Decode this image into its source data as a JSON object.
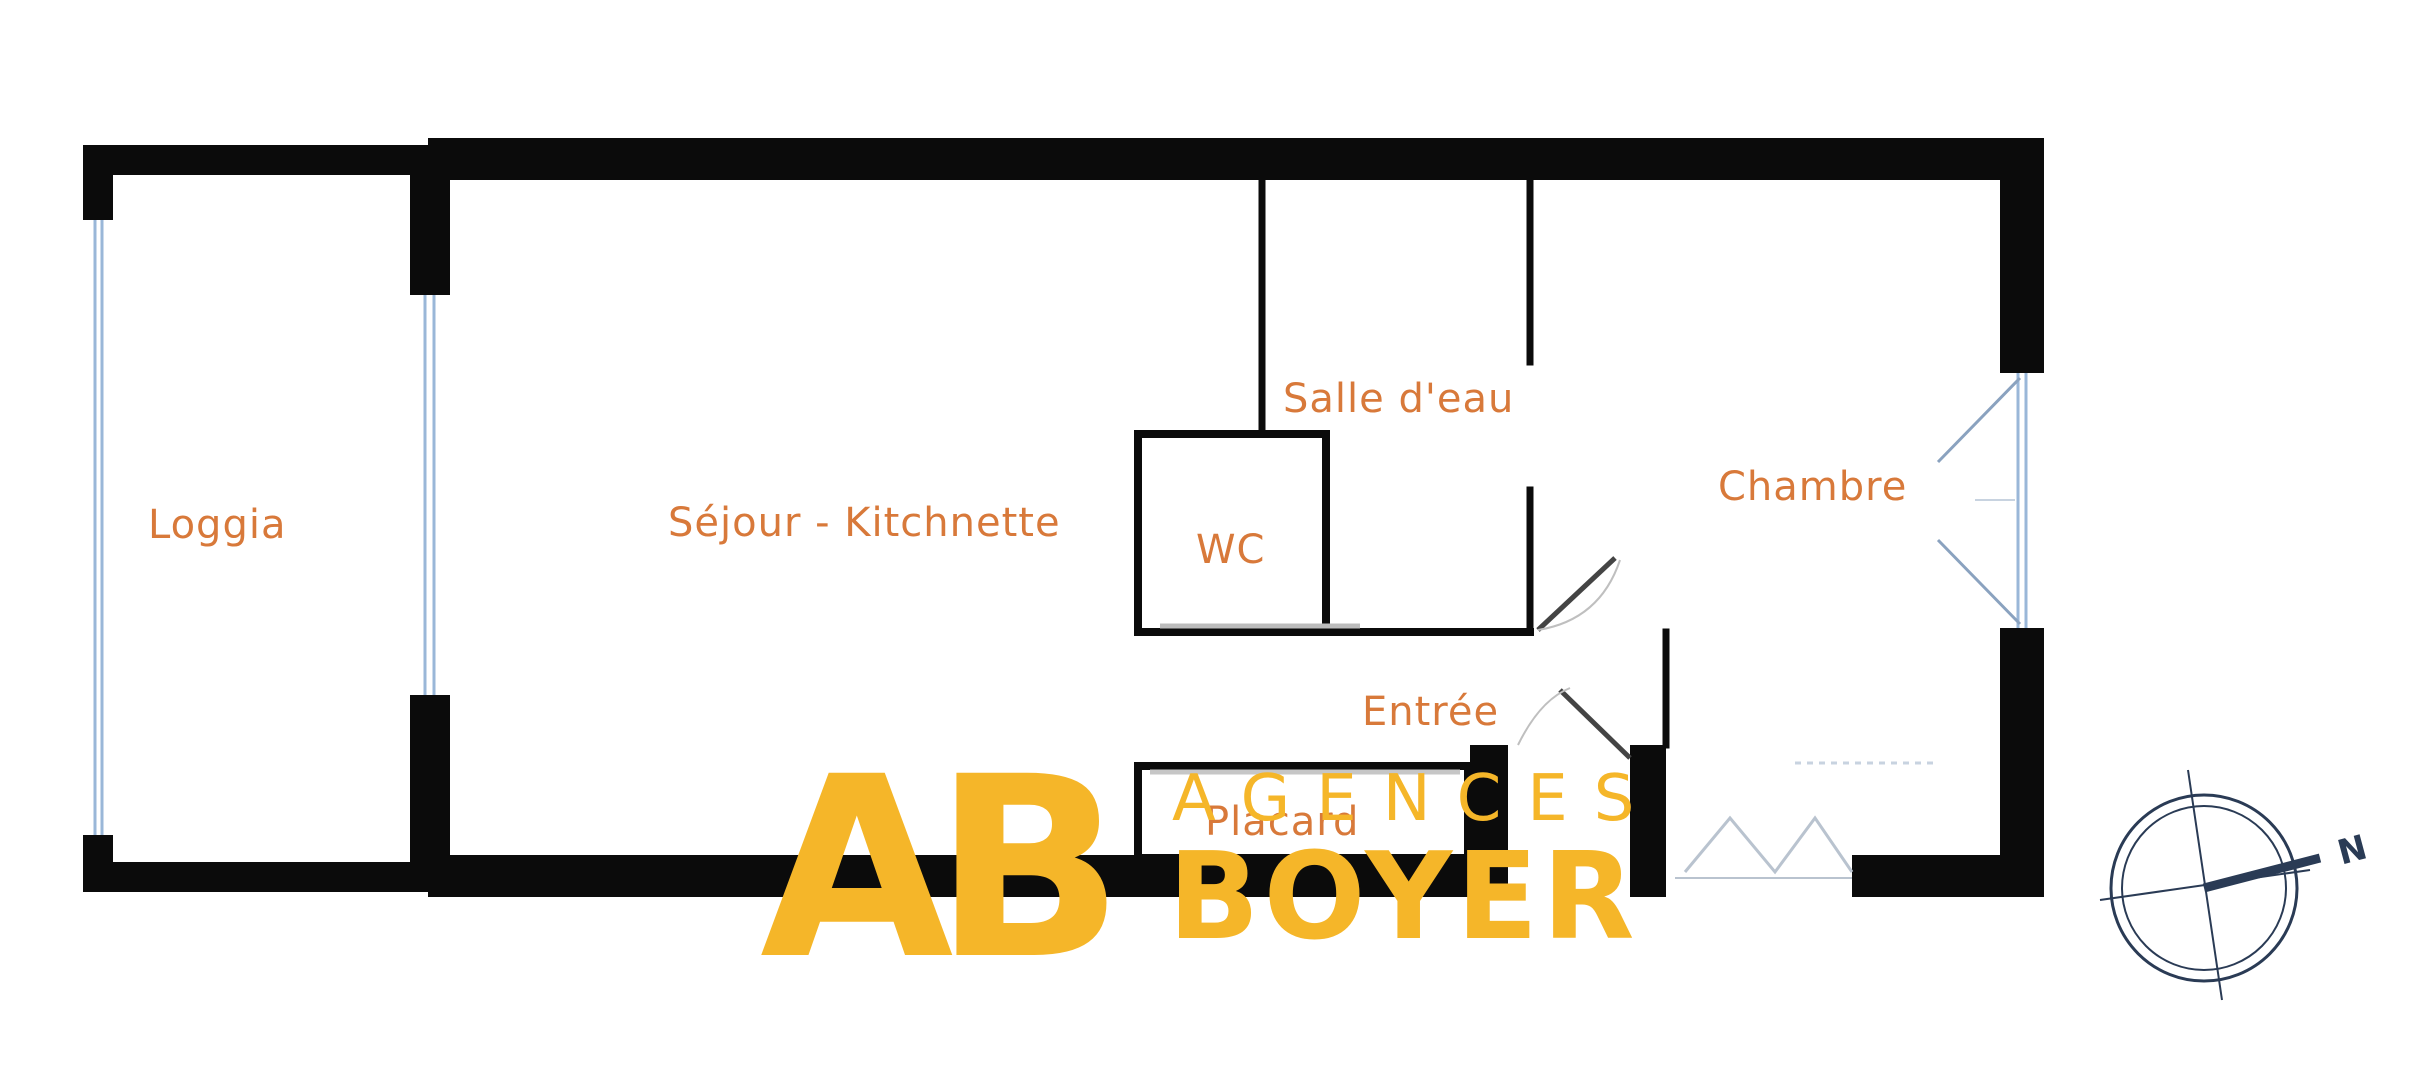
{
  "rooms": {
    "loggia": "Loggia",
    "sejour": "Séjour - Kitchnette",
    "salle_eau": "Salle d'eau",
    "chambre": "Chambre",
    "wc": "WC",
    "entree": "Entrée",
    "placard": "Placard"
  },
  "compass": {
    "north_letter": "N"
  },
  "logo": {
    "letters": "AB",
    "word_top": "AGENCES",
    "word_bottom": "BOYER"
  },
  "colors": {
    "wall": "#0b0b0b",
    "label": "#d8793a",
    "window": "#9ab7d8",
    "logo": "#f5b629",
    "compass": "#2a3b55"
  }
}
